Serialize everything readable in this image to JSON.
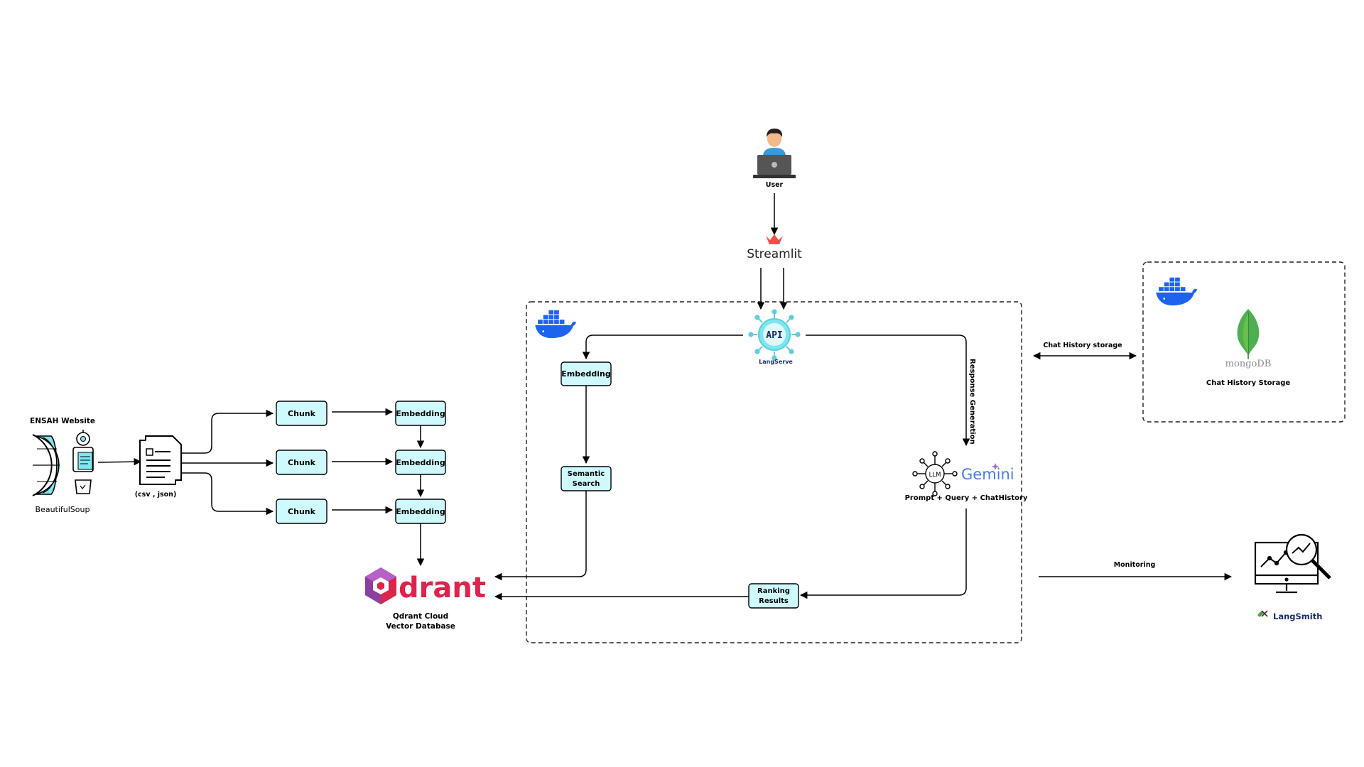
{
  "sources": {
    "website_label": "ENSAH Website",
    "scraper_label": "BeautifulSoup",
    "files_label": "(csv , json)"
  },
  "pipeline": {
    "chunk_labels": [
      "Chunk",
      "Chunk",
      "Chunk"
    ],
    "embedding_labels": [
      "Embedding",
      "Embedding",
      "Embedding"
    ]
  },
  "vector_db": {
    "logo_text": "drant",
    "caption_line1": "Qdrant Cloud",
    "caption_line2": "Vector Database"
  },
  "user": {
    "label": "User"
  },
  "frontend": {
    "label": "Streamlit"
  },
  "api": {
    "badge": "API",
    "label": "LangServe"
  },
  "rag_box": {
    "embedding_label": "Embedding",
    "semantic_search_line1": "Semantic",
    "semantic_search_line2": "Search",
    "ranking_line1": "Ranking",
    "ranking_line2": "Results",
    "response_generation_label": "Response Generation"
  },
  "llm": {
    "chip_text": "LLM",
    "brand": "Gemini",
    "caption": "Prompt + Query + ChatHistory"
  },
  "chat_history": {
    "arrow_label": "Chat History storage",
    "db_brand": "mongoDB",
    "caption": "Chat History Storage"
  },
  "monitoring": {
    "arrow_label": "Monitoring",
    "brand": "LangSmith"
  },
  "colors": {
    "box_fill": "#cffafd",
    "docker_blue": "#1d63ed",
    "qdrant_red": "#dc244c",
    "qdrant_purple": "#8c3fa0",
    "mongo_green": "#4caf50",
    "streamlit_red": "#ff4b4b",
    "gemini_blue": "#4a7be8"
  },
  "icons": [
    "globe-icon",
    "robot-icon",
    "document-icon",
    "user-laptop-icon",
    "streamlit-crown-icon",
    "api-gear-icon",
    "docker-whale-icon",
    "llm-network-icon",
    "mongodb-leaf-icon",
    "monitor-analytics-icon",
    "langsmith-logo-icon"
  ]
}
